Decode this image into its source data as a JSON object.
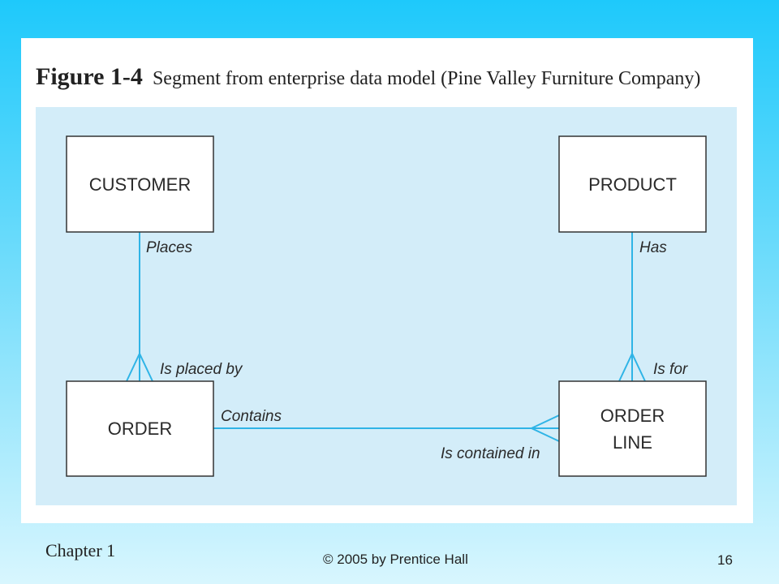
{
  "figure": {
    "number": "Figure 1-4",
    "caption": "Segment from enterprise data model (Pine Valley Furniture Company)"
  },
  "entities": {
    "customer": "CUSTOMER",
    "product": "PRODUCT",
    "order": "ORDER",
    "order_line_1": "ORDER",
    "order_line_2": "LINE"
  },
  "relationships": {
    "places": "Places",
    "is_placed_by": "Is placed by",
    "has": "Has",
    "is_for": "Is for",
    "contains": "Contains",
    "is_contained_in": "Is contained in"
  },
  "colors": {
    "background_top": "#1ec9fb",
    "diagram_fill": "#d3edf9",
    "connector": "#2fb4e6"
  },
  "footer": {
    "chapter": "Chapter 1",
    "copyright": "© 2005 by Prentice Hall",
    "page": "16"
  }
}
